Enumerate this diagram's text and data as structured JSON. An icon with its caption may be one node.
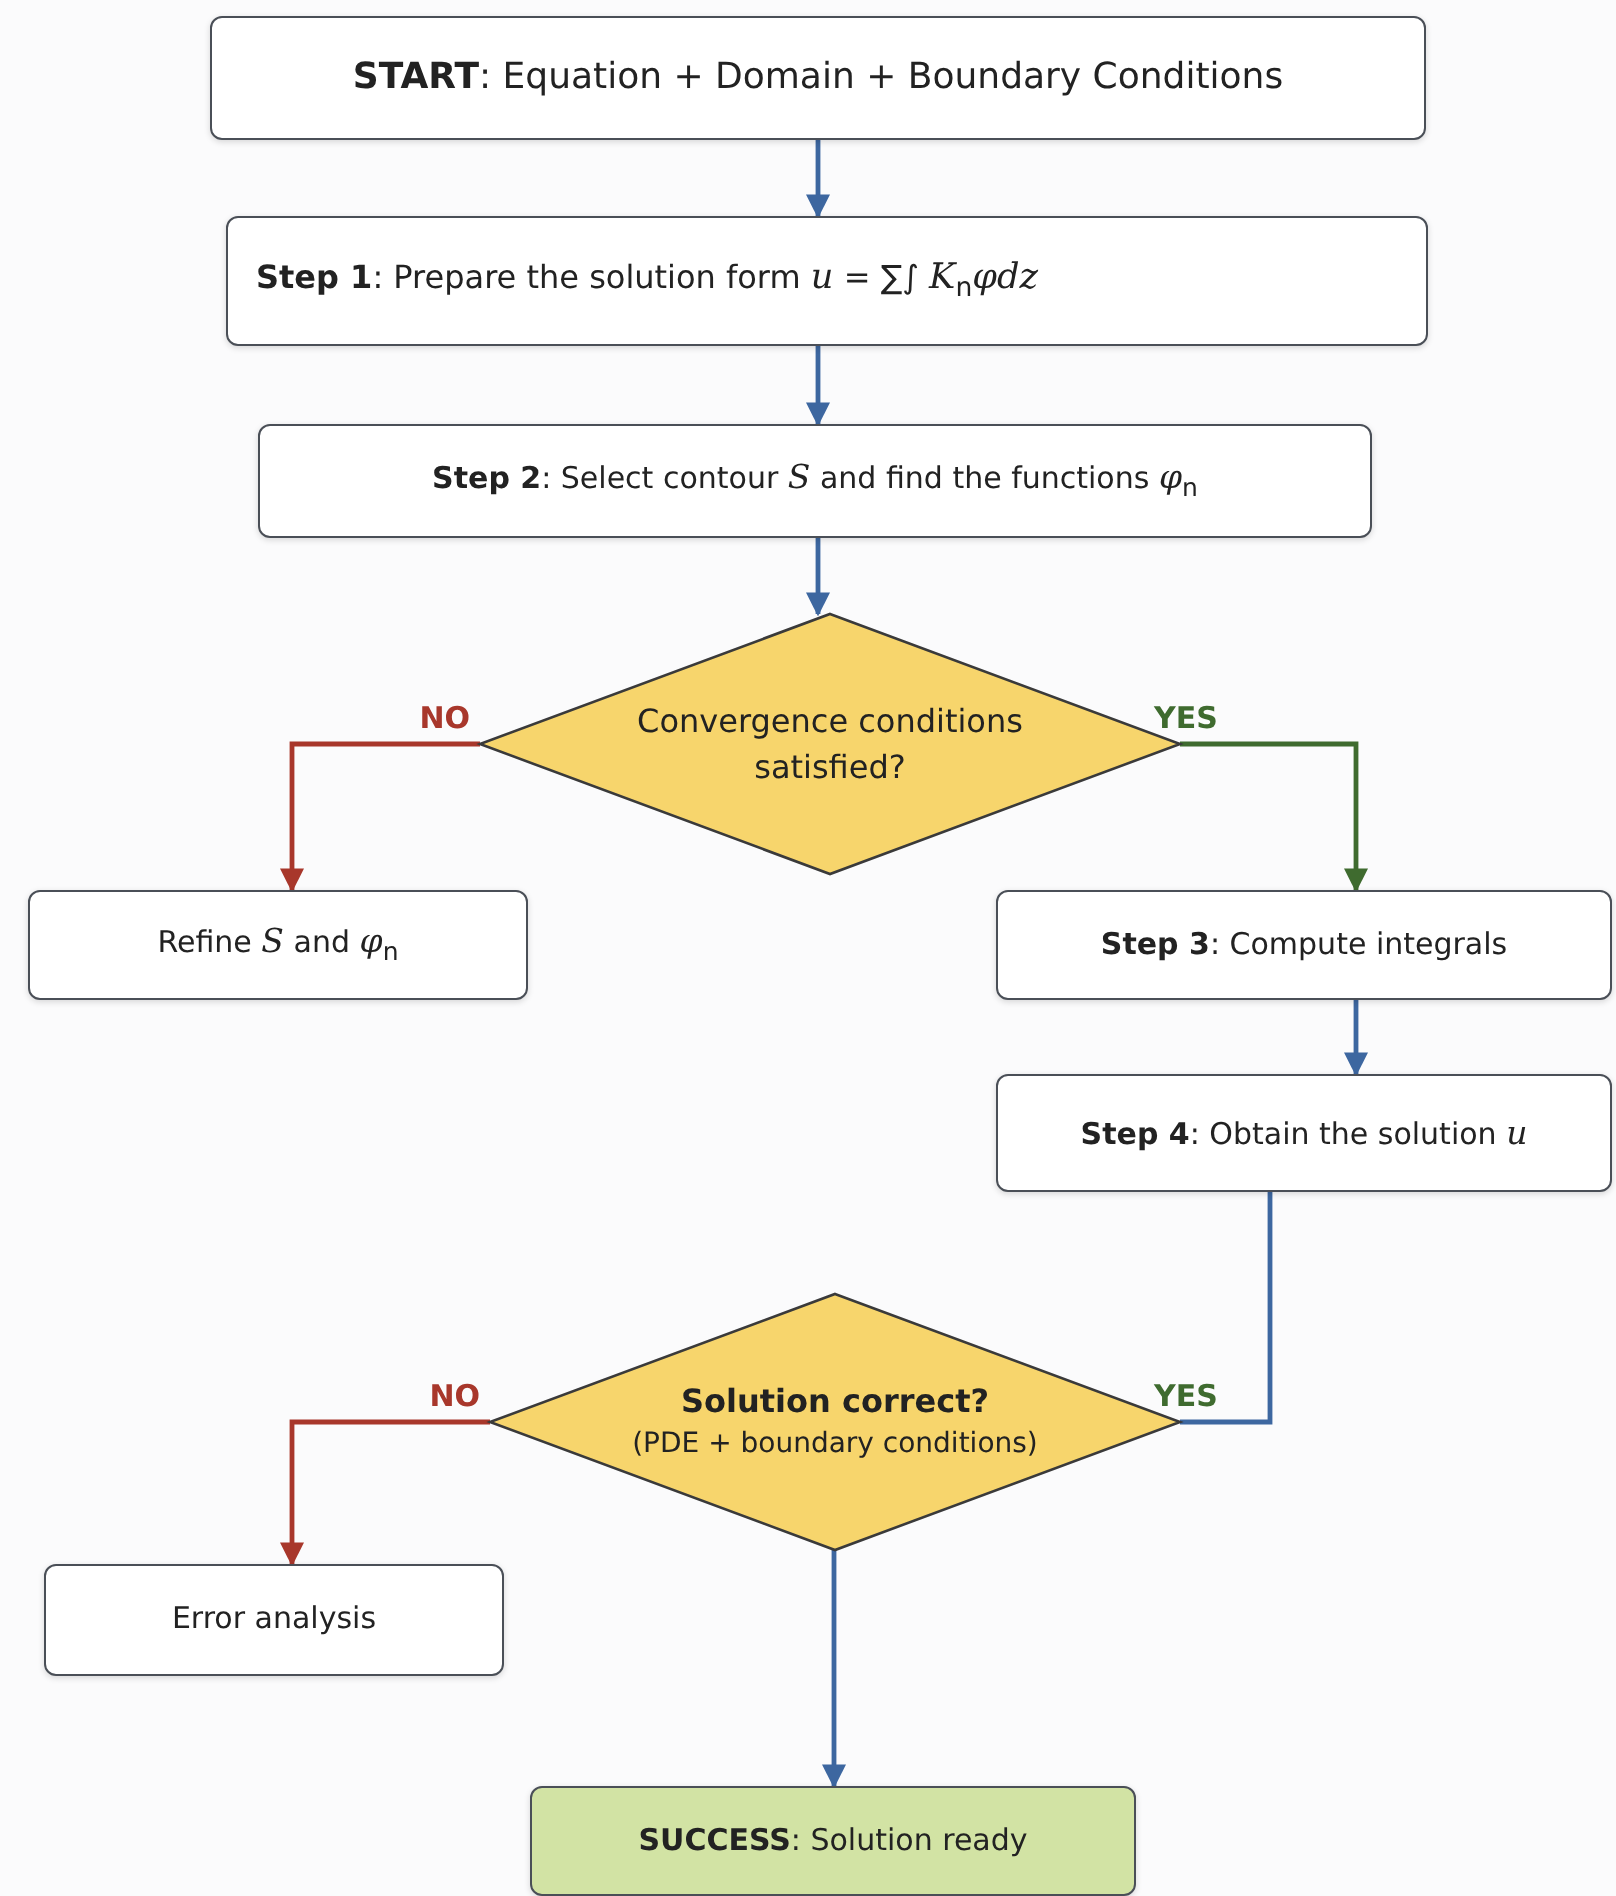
{
  "diagram": {
    "nodes": [
      {
        "text": [
          "**START**: Equation + Domain + Boundary Conditions"
        ]
      },
      {
        "text": [
          "**Step 1**: Prepare the solution form  *u* = ∑∫ *K*$_{n}$*φdz*"
        ]
      },
      {
        "text": [
          "**Step 2**: Select contour *S* and find the functions *φ*$_{n}$"
        ]
      },
      {
        "text": [
          "Convergence conditions satisfied?"
        ]
      },
      {
        "text": [
          "Refine *S* and *φ*$_{n}$"
        ]
      },
      {
        "text": [
          "**Step 3**: Compute integrals"
        ]
      },
      {
        "text": [
          "**Step 4**: Obtain the solution *u*"
        ]
      },
      {
        "text": [
          "Solution correct?",
          "(PDE + boundary conditions)"
        ]
      },
      {
        "text": [
          "Error analysis"
        ]
      },
      {
        "text": [
          "**SUCCESS**: Solution ready"
        ]
      }
    ],
    "edges": [
      {
        "from": 0,
        "to": 1,
        "arrow": "to"
      },
      {
        "from": 1,
        "to": 2,
        "arrow": "to"
      },
      {
        "from": 2,
        "to": 3,
        "arrow": "to"
      },
      {
        "from": 3,
        "to": 4,
        "arrow": "to",
        "label": "NO",
        "color": "#a8372b"
      },
      {
        "from": 3,
        "to": 5,
        "arrow": "to",
        "label": "YES",
        "color": "#3f6b2f"
      },
      {
        "from": 5,
        "to": 6,
        "arrow": "to"
      },
      {
        "from": 6,
        "to": 7,
        "arrow": "none",
        "label": "YES"
      },
      {
        "from": 7,
        "to": 8,
        "arrow": "to",
        "label": "NO",
        "color": "#a8372b"
      },
      {
        "from": 7,
        "to": 9,
        "arrow": "to"
      }
    ]
  }
}
